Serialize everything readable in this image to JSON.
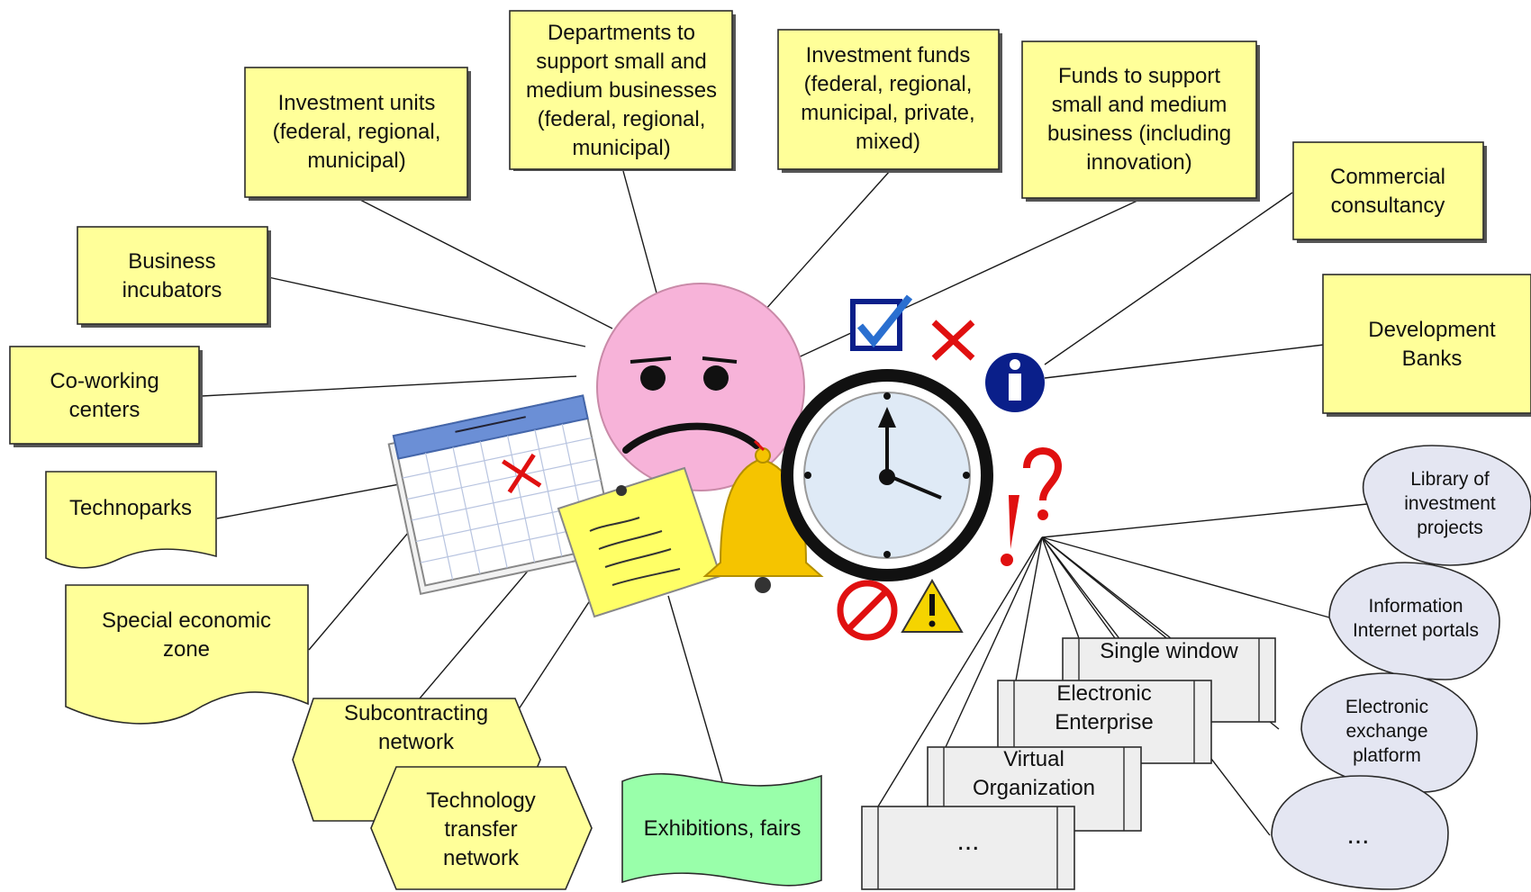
{
  "colors": {
    "note_fill": "#ffff99",
    "exhibition_fill": "#99ffaa",
    "process_fill": "#eeeeee",
    "bubble_fill": "#e4e6f2",
    "face_fill": "#f7b3d9",
    "alert_red": "#e01010",
    "info_blue": "#0a1f8a",
    "bell_yellow": "#f5c400"
  },
  "icons": [
    "sad-face-icon",
    "calendar-icon",
    "sticky-note-icon",
    "bell-icon",
    "clock-icon",
    "checkbox-icon",
    "cross-icon",
    "info-icon",
    "exclamation-question-icon",
    "no-entry-icon",
    "warning-icon"
  ],
  "boxes": {
    "investment_units": [
      "Investment units",
      "(federal, regional,",
      "municipal)"
    ],
    "departments": [
      "Departments to",
      "support small and",
      "medium businesses",
      "(federal, regional,",
      "municipal)"
    ],
    "investment_funds": [
      "Investment funds",
      "(federal, regional,",
      "municipal, private,",
      "mixed)"
    ],
    "funds_sme": [
      "Funds to support",
      "small and medium",
      "business (including",
      "innovation)"
    ],
    "commercial": [
      "Commercial",
      "consultancy"
    ],
    "dev_banks": [
      "Development",
      "Banks"
    ],
    "incubators": [
      "Business",
      "incubators"
    ],
    "coworking": [
      "Co-working",
      "centers"
    ],
    "technoparks": [
      "Technoparks"
    ],
    "sez": [
      "Special economic",
      "zone"
    ],
    "subcontracting": [
      "Subcontracting",
      "network"
    ],
    "tech_transfer": [
      "Technology",
      "transfer",
      "network"
    ],
    "exhibitions": [
      "Exhibitions, fairs"
    ],
    "single_window": [
      "Single window"
    ],
    "electronic_enterprise": [
      "Electronic",
      "Enterprise"
    ],
    "virtual_org": [
      "Virtual",
      "Organization"
    ],
    "process_more": [
      "..."
    ],
    "library": [
      "Library of",
      "investment",
      "projects"
    ],
    "portals": [
      "Information",
      "Internet portals"
    ],
    "exchange": [
      "Electronic",
      "exchange",
      "platform"
    ],
    "bubble_more": [
      "..."
    ]
  }
}
